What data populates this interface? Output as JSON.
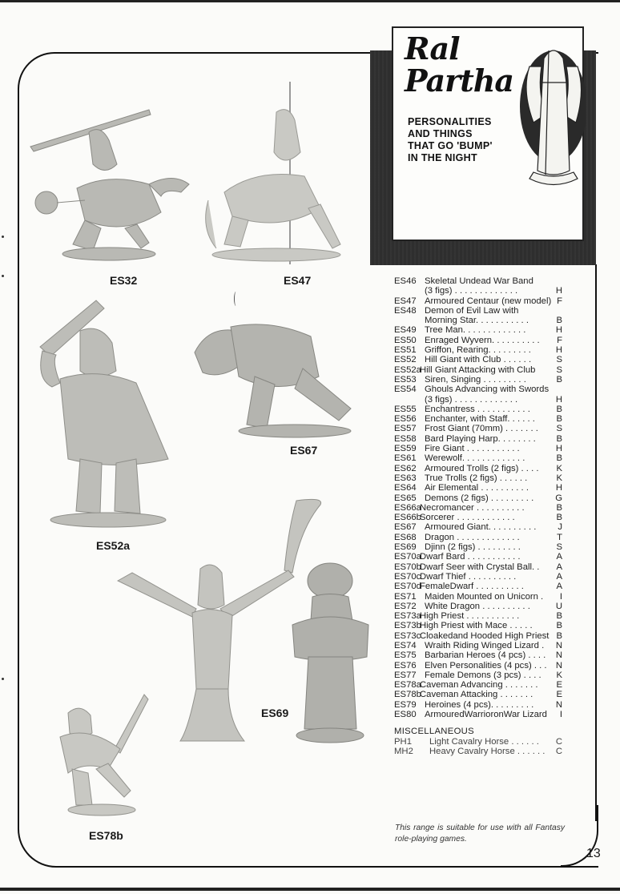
{
  "brand": {
    "name_line1": "Ral",
    "name_line2": "Partha",
    "tagline": [
      "PERSONALITIES",
      "AND THINGS",
      "THAT GO 'BUMP'",
      "IN THE NIGHT"
    ]
  },
  "figures": [
    {
      "label": "ES32",
      "subject": "centaur-with-spear"
    },
    {
      "label": "ES47",
      "subject": "armoured-centaur"
    },
    {
      "label": "ES52a",
      "subject": "hill-giant-with-club"
    },
    {
      "label": "ES67",
      "subject": "armoured-giant"
    },
    {
      "label": "ES69",
      "subject": "djinn-pair"
    },
    {
      "label": "ES78b",
      "subject": "caveman-attacking"
    }
  ],
  "catalog": {
    "items": [
      {
        "code": "ES46",
        "desc": "Skeletal Undead War Band",
        "cont": "(3 figs) . . . . . . . . . . . . .",
        "price": "H"
      },
      {
        "code": "ES47",
        "desc": "Armoured Centaur (new model)",
        "price": "F"
      },
      {
        "code": "ES48",
        "desc": "Demon of Evil Law with",
        "cont": "Morning Star. . . . . . . . . . .",
        "price": "B"
      },
      {
        "code": "ES49",
        "desc": "Tree Man. . . . . . . . . . . . .",
        "price": "H"
      },
      {
        "code": "ES50",
        "desc": "Enraged Wyvern. . . . . . . . . .",
        "price": "F"
      },
      {
        "code": "ES51",
        "desc": "Griffon, Rearing. . . . . . . . .",
        "price": "H"
      },
      {
        "code": "ES52",
        "desc": "Hill Giant with Club . . . . . .",
        "price": "S"
      },
      {
        "code": "ES52a",
        "desc": "Hill Giant Attacking with Club",
        "price": "S"
      },
      {
        "code": "ES53",
        "desc": "Siren, Singing . . . . . . . . .",
        "price": "B"
      },
      {
        "code": "ES54",
        "desc": "Ghouls Advancing with Swords",
        "cont": "(3 figs) . . . . . . . . . . . . .",
        "price": "H"
      },
      {
        "code": "ES55",
        "desc": "Enchantress . . . . . . . . . . .",
        "price": "B"
      },
      {
        "code": "ES56",
        "desc": "Enchanter, with Staff. . . . . .",
        "price": "B"
      },
      {
        "code": "ES57",
        "desc": "Frost Giant (70mm) . . . . . . .",
        "price": "S"
      },
      {
        "code": "ES58",
        "desc": "Bard Playing Harp. . . . . . . .",
        "price": "B"
      },
      {
        "code": "ES59",
        "desc": "Fire Giant . . . . . . . . . . .",
        "price": "H"
      },
      {
        "code": "ES61",
        "desc": "Werewolf. . . . . . . . . . . . .",
        "price": "B"
      },
      {
        "code": "ES62",
        "desc": "Armoured Trolls (2 figs) . . . .",
        "price": "K"
      },
      {
        "code": "ES63",
        "desc": "True Trolls (2 figs) . . . . . .",
        "price": "K"
      },
      {
        "code": "ES64",
        "desc": "Air Elemental . . . . . . . . . .",
        "price": "H"
      },
      {
        "code": "ES65",
        "desc": "Demons (2 figs) . . . . . . . . .",
        "price": "G"
      },
      {
        "code": "ES66a",
        "desc": "Necromancer . . . . . . . . . .",
        "price": "B"
      },
      {
        "code": "ES66b",
        "desc": "Sorcerer . . . . . . . . . . . .",
        "price": "B"
      },
      {
        "code": "ES67",
        "desc": "Armoured Giant. . . . . . . . . .",
        "price": "J"
      },
      {
        "code": "ES68",
        "desc": "Dragon . . . . . . . . . . . . .",
        "price": "T"
      },
      {
        "code": "ES69",
        "desc": "Djinn (2 figs) . . . . . . . . .",
        "price": "S"
      },
      {
        "code": "ES70a",
        "desc": "Dwarf Bard . . . . . . . . . . .",
        "price": "A"
      },
      {
        "code": "ES70b",
        "desc": "Dwarf Seer with Crystal Ball. .",
        "price": "A"
      },
      {
        "code": "ES70c",
        "desc": "Dwarf Thief . . . . . . . . . .",
        "price": "A"
      },
      {
        "code": "ES70d",
        "desc": "FemaleDwarf . . . . . . . . . .",
        "price": "A"
      },
      {
        "code": "ES71",
        "desc": "Maiden Mounted on Unicorn .",
        "price": "I"
      },
      {
        "code": "ES72",
        "desc": "White Dragon . . . . . . . . . .",
        "price": "U"
      },
      {
        "code": "ES73a",
        "desc": "High Priest . . . . . . . . . . .",
        "price": "B"
      },
      {
        "code": "ES73b",
        "desc": "High Priest with Mace . . . . .",
        "price": "B"
      },
      {
        "code": "ES73c",
        "desc": "Cloakedand Hooded High Priest",
        "price": "B"
      },
      {
        "code": "ES74",
        "desc": "Wraith Riding Winged Lizard .",
        "price": "N"
      },
      {
        "code": "ES75",
        "desc": "Barbarian Heroes (4 pcs) . . . .",
        "price": "N"
      },
      {
        "code": "ES76",
        "desc": "Elven Personalities (4 pcs) . . .",
        "price": "N"
      },
      {
        "code": "ES77",
        "desc": "Female Demons (3 pcs) . . . .",
        "price": "K"
      },
      {
        "code": "ES78a",
        "desc": "Caveman Advancing . . . . . . .",
        "price": "E"
      },
      {
        "code": "ES78b",
        "desc": "Caveman Attacking . . . . . . .",
        "price": "E"
      },
      {
        "code": "ES79",
        "desc": "Heroines (4 pcs). . . . . . . . .",
        "price": "N"
      },
      {
        "code": "ES80",
        "desc": "ArmouredWarrioronWar Lizard",
        "price": "I"
      }
    ],
    "misc_title": "MISCELLANEOUS",
    "misc_items": [
      {
        "code": "PH1",
        "desc": "Light Cavalry Horse . . . . . .",
        "price": "C"
      },
      {
        "code": "MH2",
        "desc": "Heavy Cavalry Horse . . . . . .",
        "price": "C"
      }
    ]
  },
  "footnote": "This range is suitable for use with all Fantasy role-playing games.",
  "page_number": "13"
}
